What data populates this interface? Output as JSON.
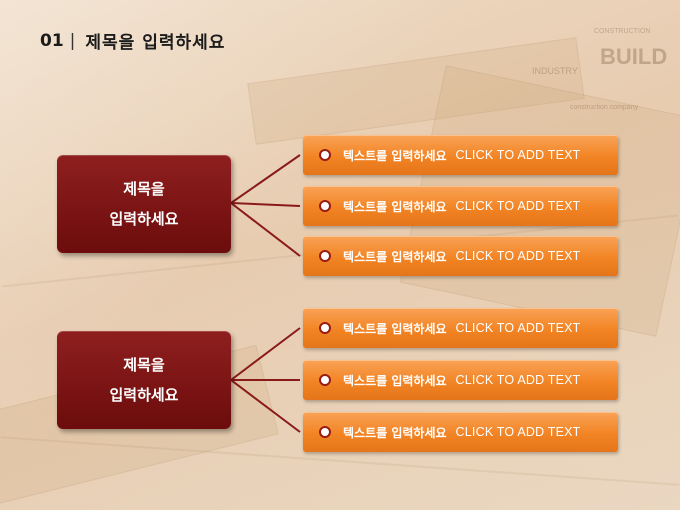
{
  "slide": {
    "number": "01",
    "separator": "|",
    "title": "제목을 입력하세요"
  },
  "background": {
    "words": [
      "BUILD",
      "INDUSTRY",
      "CONSTRUCTION",
      "construction company"
    ]
  },
  "groups": [
    {
      "line1": "제목을",
      "line2": "입력하세요",
      "items": [
        {
          "ko": "텍스트를 입력하세요",
          "en": "CLICK TO ADD TEXT"
        },
        {
          "ko": "텍스트를 입력하세요",
          "en": "CLICK TO ADD TEXT"
        },
        {
          "ko": "텍스트를 입력하세요",
          "en": "CLICK TO ADD TEXT"
        }
      ]
    },
    {
      "line1": "제목을",
      "line2": "입력하세요",
      "items": [
        {
          "ko": "텍스트를 입력하세요",
          "en": "CLICK TO ADD TEXT"
        },
        {
          "ko": "텍스트를 입력하세요",
          "en": "CLICK TO ADD TEXT"
        },
        {
          "ko": "텍스트를 입력하세요",
          "en": "CLICK TO ADD TEXT"
        }
      ]
    }
  ],
  "colors": {
    "group_box": "#7a1414",
    "item_box": "#f28424",
    "connector": "#8a1a1a",
    "bullet_ring": "#9a1c12"
  }
}
